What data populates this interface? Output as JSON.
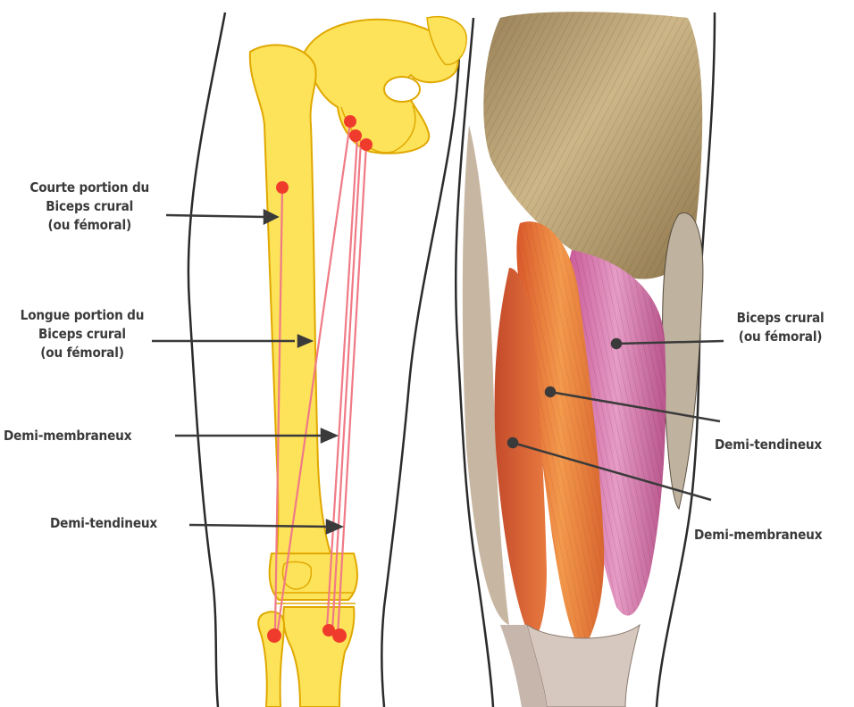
{
  "labels": {
    "courte_portion": [
      "Courte portion du",
      "Biceps crural",
      "(ou fémoral)"
    ],
    "longue_portion": [
      "Longue portion du",
      "Biceps crural",
      "(ou fémoral)"
    ],
    "demi_membraneux_left": "Demi-membraneux",
    "demi_tendineux_left": "Demi-tendineux",
    "biceps_crural_right": [
      "Biceps crural",
      "(ou fémoral)"
    ],
    "demi_tendineux_right": "Demi-tendineux",
    "demi_membraneux_right": "Demi-membraneux"
  },
  "colors": {
    "bone": "#fde35a",
    "bone_outline": "#e0a800",
    "insertion_point": "#ef3b2c",
    "muscle_line": "#f07a86",
    "skin_outline": "#2b2b2b",
    "label_text": "#3a3a3a",
    "gluteal": "#bfa77d",
    "biceps_femoris": "#d878b0",
    "semitendinosus": "#ef8a3a",
    "semimembranosus": "#e8703c"
  }
}
